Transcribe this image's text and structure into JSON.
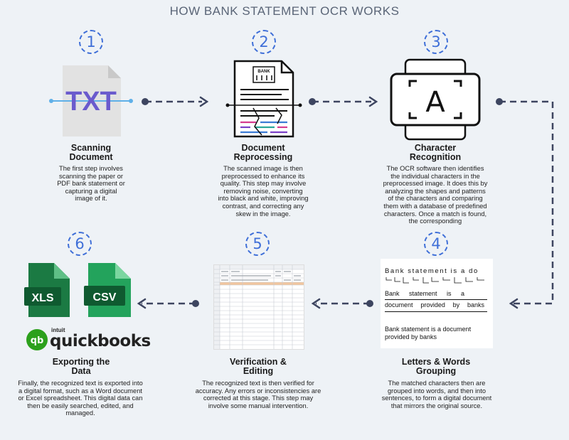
{
  "title": "HOW BANK STATEMENT OCR WORKS",
  "steps": [
    {
      "number": "1",
      "title_l1": "Scanning",
      "title_l2": "Document",
      "description": "The first step involves scanning the paper or PDF bank statement or capturing a digital image of it.",
      "art_text": "TXT"
    },
    {
      "number": "2",
      "title_l1": "Document",
      "title_l2": "Reprocessing",
      "description": "The scanned image is then preprocessed to enhance its quality. This step may involve removing noise, converting into black and white, improving contrast, and correcting any skew in the image.",
      "art_text": "BANK"
    },
    {
      "number": "3",
      "title_l1": "Character",
      "title_l2": "Recognition",
      "description": "The OCR software then identifies the individual characters in the preprocessed image. It does this by analyzing the shapes and patterns of the characters and comparing them with a database of predefined characters. Once a match is found, the corresponding",
      "art_text": "A"
    },
    {
      "number": "4",
      "title_l1": "Letters & Words",
      "title_l2": "Grouping",
      "description": "The matched characters then are grouped into words, and then into sentences, to form a digital document that mirrors the original source."
    },
    {
      "number": "5",
      "title_l1": "Verification &",
      "title_l2": "Editing",
      "description": "The recognized text is then verified for accuracy. Any errors or inconsistencies are corrected at this stage. This step may involve some manual intervention."
    },
    {
      "number": "6",
      "title_l1": "Exporting the",
      "title_l2": "Data",
      "description": "Finally, the recognized text is exported into a digital format, such as a Word document or Excel spreadsheet. This digital data can then be easily searched, edited, and managed."
    }
  ],
  "ocr_sample": {
    "chars": "Bank statement is a do",
    "words_line1": [
      "Bank",
      "statement",
      "is",
      "a"
    ],
    "words_line2": [
      "document",
      "provided",
      "by",
      "banks"
    ],
    "sentence_l1": "Bank statement is a document",
    "sentence_l2": "provided by banks"
  },
  "export_formats": {
    "xls": "XLS",
    "csv": "CSV"
  },
  "logo": {
    "intuit": "intuit",
    "brand": "quickbooks",
    "mark": "qb"
  },
  "colors": {
    "accent": "#3f6fd8",
    "connector": "#3d4560",
    "xls_green": "#1b7a43",
    "csv_green": "#23a35c",
    "qb_green": "#2ca01c"
  }
}
